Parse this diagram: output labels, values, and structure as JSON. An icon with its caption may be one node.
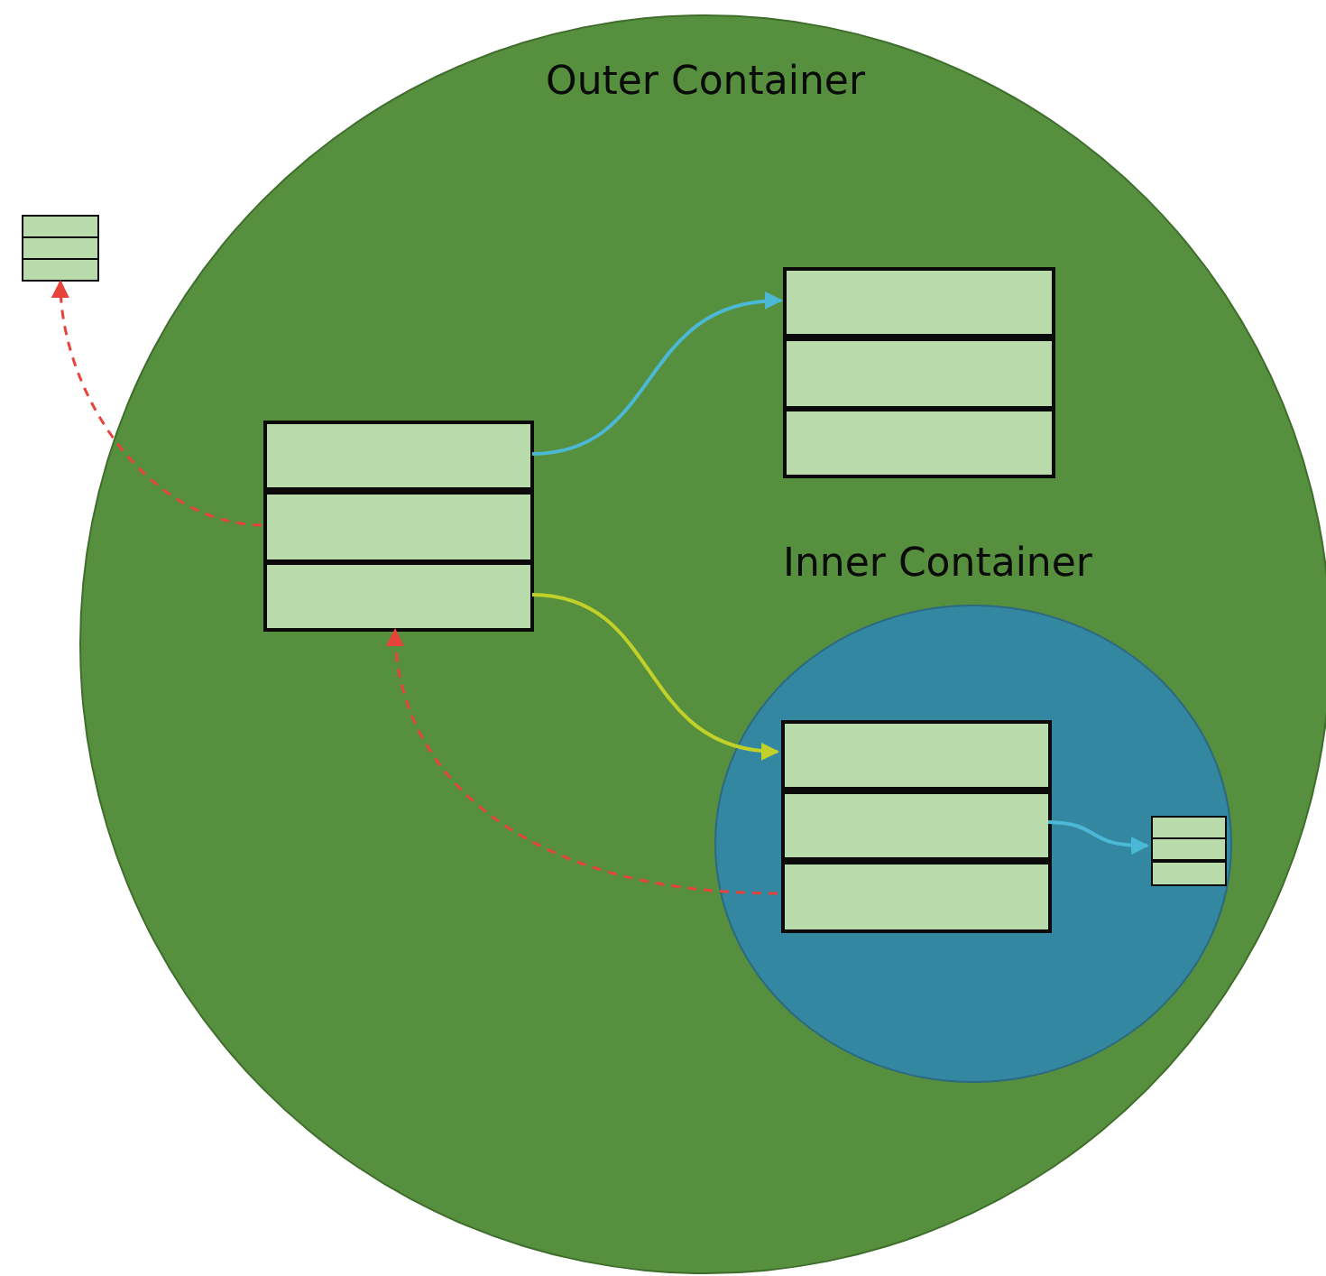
{
  "diagram": {
    "nodes": [
      {
        "text": [
          "Outer Container"
        ]
      },
      {
        "text": [],
        "shape": "box"
      },
      {
        "text": [],
        "shape": "box"
      },
      {
        "text": [],
        "shape": "box"
      },
      {
        "text": [],
        "shape": "box",
        "in": 0
      },
      {
        "text": [],
        "shape": "box",
        "in": 0
      },
      {
        "text": [],
        "shape": "box",
        "in": 0
      },
      {
        "text": [],
        "shape": "box",
        "in": 0
      },
      {
        "text": [],
        "shape": "box",
        "in": 0
      },
      {
        "text": [],
        "shape": "box",
        "in": 0
      },
      {
        "text": [
          "Inner Container"
        ],
        "in": 0
      },
      {
        "text": [],
        "shape": "box",
        "in": 10
      },
      {
        "text": [],
        "shape": "box",
        "in": 10
      },
      {
        "text": [],
        "shape": "box",
        "in": 10
      },
      {
        "text": [],
        "shape": "box",
        "in": 10
      },
      {
        "text": [],
        "shape": "box",
        "in": 10
      },
      {
        "text": [],
        "shape": "box",
        "in": 10
      }
    ],
    "edges": [
      {
        "from": 5,
        "to": 3,
        "arrow": "to",
        "style": "dashed",
        "color": "#e8433a"
      },
      {
        "from": 4,
        "to": 7,
        "arrow": "to",
        "color": "#4bb8d6"
      },
      {
        "from": 6,
        "to": 11,
        "arrow": "to",
        "color": "#c2d12a"
      },
      {
        "from": 13,
        "to": 6,
        "arrow": "to",
        "style": "dashed",
        "color": "#e8433a"
      },
      {
        "from": 12,
        "to": 15,
        "arrow": "to",
        "color": "#4bb8d6"
      }
    ]
  }
}
